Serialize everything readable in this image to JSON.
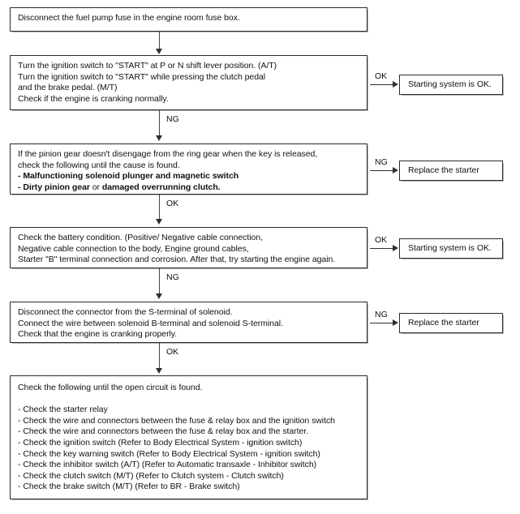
{
  "diagram": {
    "title": "Starting system troubleshooting flowchart",
    "colors": {
      "background": "#ffffff",
      "box_border": "#2b2b2b",
      "connector": "#2f2f2f",
      "text": "#111111"
    },
    "nodes": [
      {
        "id": "step-1",
        "name": "disconnect-fuel-pump-fuse-box",
        "lines": [
          {
            "text": "Disconnect the fuel pump fuse in the engine room fuse box.",
            "bold": false
          }
        ]
      },
      {
        "id": "step-2",
        "name": "turn-ignition-switch-box",
        "lines": [
          {
            "text": "Turn the ignition switch to \"START\" at P or N shift lever position. (A/T)",
            "bold": false
          },
          {
            "text": "Turn the ignition switch to \"START\" while pressing the clutch pedal",
            "bold": false
          },
          {
            "text": "and the brake pedal. (M/T)",
            "bold": false
          },
          {
            "text": "Check if the engine is cranking normally.",
            "bold": false
          }
        ]
      },
      {
        "id": "step-3",
        "name": "pinion-gear-check-box",
        "lines": [
          {
            "text": "If the pinion gear doesn't disengage from the ring gear when the key is released,",
            "bold": false
          },
          {
            "text": "check the following until the cause is found.",
            "bold": false
          },
          {
            "text": "- Malfunctioning solenoid plunger and magnetic switch",
            "bold": true
          },
          {
            "segments": [
              {
                "text": "- Dirty pinion gear",
                "bold": true
              },
              {
                "text": " or ",
                "bold": false
              },
              {
                "text": "damaged overrunning clutch.",
                "bold": true
              }
            ]
          }
        ]
      },
      {
        "id": "step-4",
        "name": "battery-condition-check-box",
        "lines": [
          {
            "text": "Check the battery condition. (Positive/ Negative cable connection,",
            "bold": false
          },
          {
            "text": "Negative cable connection to the body, Engine ground cables,",
            "bold": false
          },
          {
            "text": "Starter \"B\" terminal connection and corrosion. After that, try starting the engine again.",
            "bold": false
          }
        ]
      },
      {
        "id": "step-5",
        "name": "solenoid-s-terminal-check-box",
        "lines": [
          {
            "text": "Disconnect the connector from the S-terminal of solenoid.",
            "bold": false
          },
          {
            "text": "Connect the wire between solenoid B-terminal and solenoid S-terminal.",
            "bold": false
          },
          {
            "text": "Check that the engine is cranking properly.",
            "bold": false
          }
        ]
      },
      {
        "id": "step-6",
        "name": "open-circuit-check-box",
        "lines": [
          {
            "text": "Check the following until the open circuit is found.",
            "bold": false
          },
          {
            "text": "",
            "bold": false
          },
          {
            "text": "- Check the starter relay",
            "bold": false
          },
          {
            "text": "- Check the wire and connectors between the fuse & relay box and the ignition switch",
            "bold": false
          },
          {
            "text": "- Check the wire and connectors between the fuse & relay box and the starter.",
            "bold": false
          },
          {
            "text": "- Check the ignition switch (Refer to Body Electrical System - ignition switch)",
            "bold": false
          },
          {
            "text": "- Check the key warning switch (Refer to Body Electrical System - ignition switch)",
            "bold": false
          },
          {
            "text": "- Check the inhibitor switch (A/T) (Refer to Automatic transaxle - Inhibitor switch)",
            "bold": false
          },
          {
            "text": "- Check the clutch switch (M/T) (Refer to Clutch system - Clutch switch)",
            "bold": false
          },
          {
            "text": "- Check the brake switch (M/T) (Refer to BR - Brake switch)",
            "bold": false
          }
        ]
      }
    ],
    "results": [
      {
        "id": "result-1",
        "name": "starting-system-ok-1",
        "text": "Starting system is OK."
      },
      {
        "id": "result-2",
        "name": "replace-the-starter-1",
        "text": "Replace the starter"
      },
      {
        "id": "result-3",
        "name": "starting-system-ok-2",
        "text": "Starting system is OK."
      },
      {
        "id": "result-4",
        "name": "replace-the-starter-2",
        "text": "Replace the starter"
      }
    ],
    "edge_labels": {
      "down_1_to_2": "",
      "down_2_to_3": "NG",
      "down_3_to_4": "OK",
      "down_4_to_5": "NG",
      "down_5_to_6": "OK",
      "right_2": "OK",
      "right_3": "NG",
      "right_4": "OK",
      "right_5": "NG"
    }
  }
}
